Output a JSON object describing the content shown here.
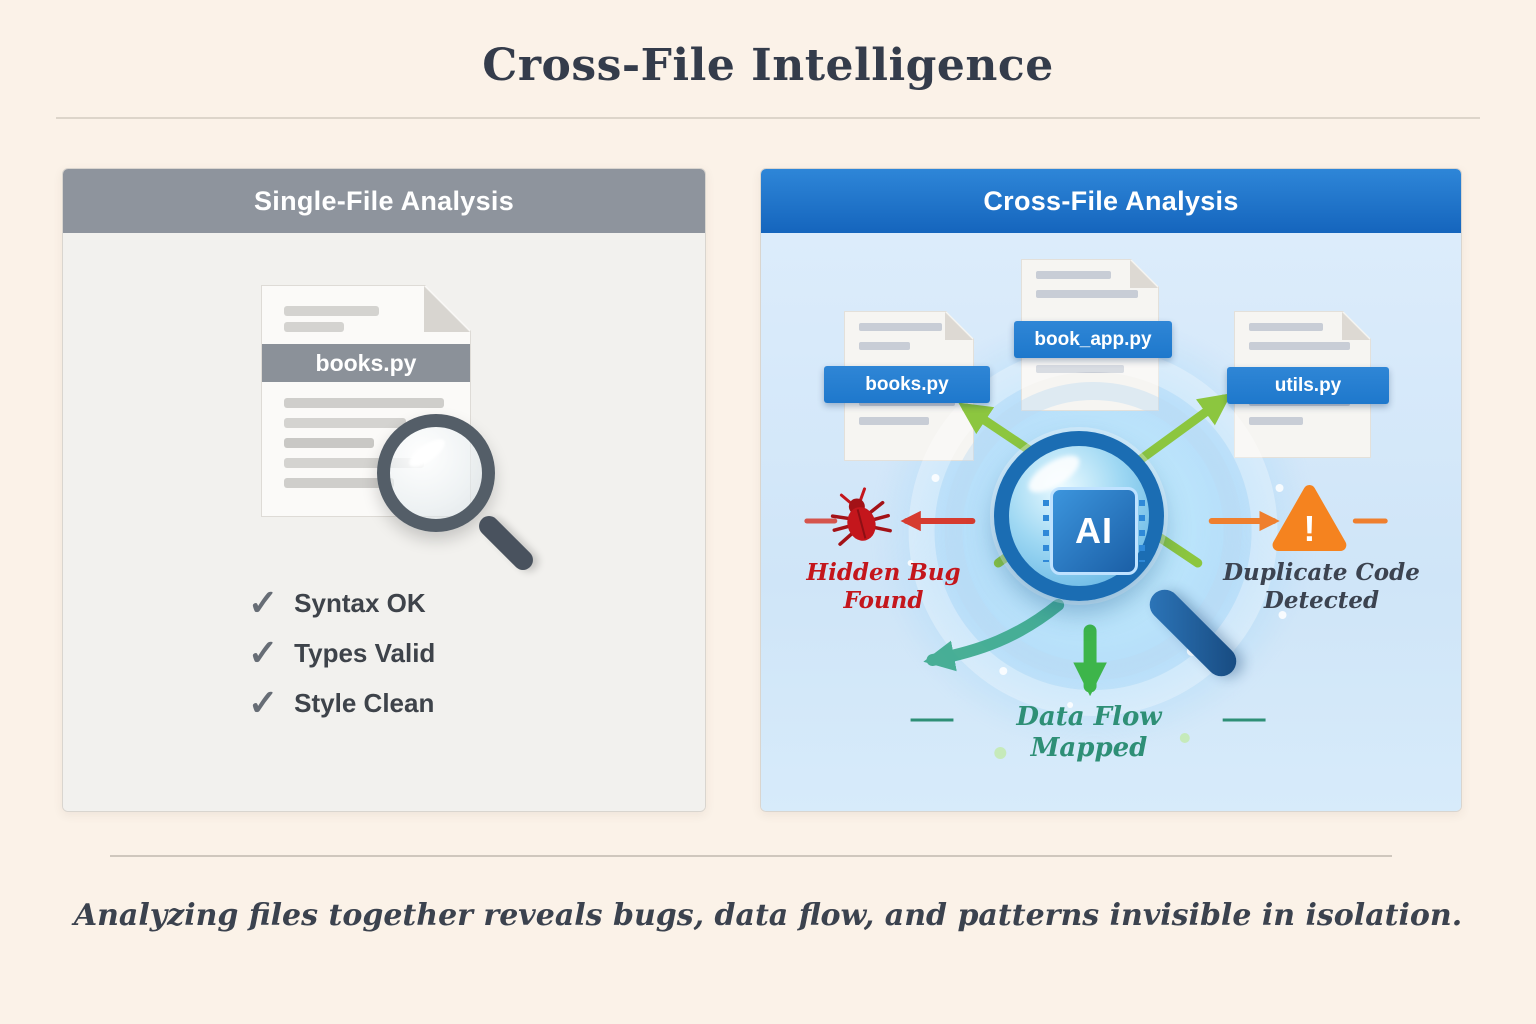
{
  "title": "Cross-File Intelligence",
  "caption": "Analyzing files together reveals bugs, data flow, and patterns invisible in isolation.",
  "left_panel": {
    "header": "Single-File Analysis",
    "file_label": "books.py",
    "check_glyph": "✓",
    "checks": [
      {
        "label": "Syntax OK"
      },
      {
        "label": "Types Valid"
      },
      {
        "label": "Style Clean"
      }
    ]
  },
  "right_panel": {
    "header": "Cross-File Analysis",
    "files": {
      "books": "books.py",
      "book_app": "book_app.py",
      "utils": "utils.py"
    },
    "ai_label": "AI",
    "warning_mark": "!",
    "findings": {
      "hidden_bug": "Hidden Bug Found",
      "duplicate_code": "Duplicate Code Detected",
      "data_flow": "Data Flow Mapped"
    }
  },
  "colors": {
    "page_bg": "#fbf2e8",
    "left_header_bg": "#8e949d",
    "right_header_bg": "#1b76cf",
    "file_label_blue": "#1e78cc",
    "bug_red": "#c4161c",
    "warning_orange": "#f5831f",
    "data_flow_green": "#2e8f76",
    "arrow_green": "#8cc63f"
  }
}
